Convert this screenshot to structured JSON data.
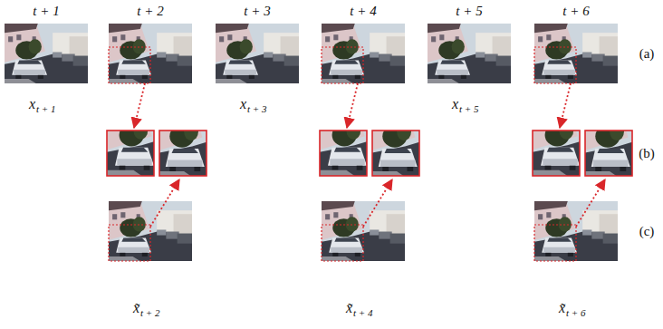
{
  "diagram": {
    "labels": [
      "t + 1",
      "t + 2",
      "t + 3",
      "t + 4",
      "t + 5",
      "t + 6",
      "x",
      "t + 1",
      "x",
      "t + 3",
      "x",
      "t + 5",
      "(a)",
      "(b)",
      "(c)",
      "x̃",
      "t + 2",
      "x̃",
      "t + 4",
      "x̃",
      "t + 6"
    ]
  }
}
